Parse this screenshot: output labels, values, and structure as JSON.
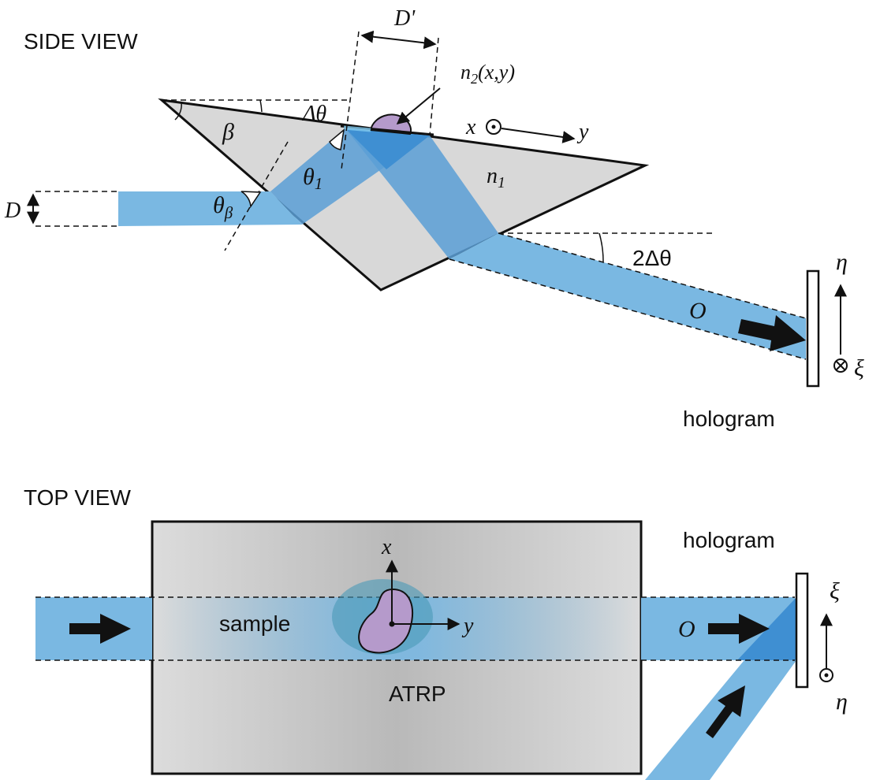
{
  "side_view": {
    "title": "SIDE VIEW",
    "D_prime": "D'",
    "n2_main": "n",
    "n2_sub": "2",
    "n2_args": "(x,y)",
    "delta_theta": "Δθ",
    "beta": "β",
    "x_axis": "x",
    "y_axis": "y",
    "theta1_main": "θ",
    "theta1_sub": "1",
    "n1_main": "n",
    "n1_sub": "1",
    "D": "D",
    "theta_beta_main": "θ",
    "theta_beta_sub": "β",
    "two_delta_theta": "2Δθ",
    "object_beam": "O",
    "eta": "η",
    "xi": "ξ",
    "hologram": "hologram"
  },
  "top_view": {
    "title": "TOP VIEW",
    "hologram": "hologram",
    "x_axis": "x",
    "y_axis": "y",
    "sample": "sample",
    "object_beam": "O",
    "xi": "ξ",
    "eta": "η",
    "prism": "ATRP"
  },
  "colors": {
    "beam": "#7ab8e2",
    "beam_overlap": "#3f8fd2",
    "prism": "#d8d8d8",
    "sample": "#b59acb"
  }
}
